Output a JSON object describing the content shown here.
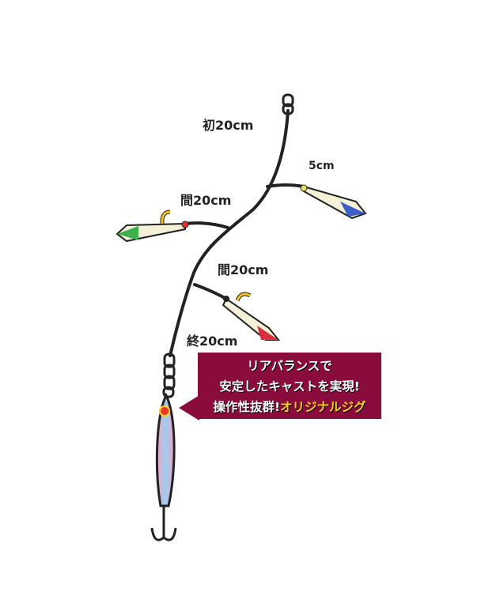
{
  "labels": {
    "first": "初20cm",
    "dropper": "5cm",
    "between1": "間20cm",
    "between2": "間20cm",
    "last": "終20cm"
  },
  "callout": {
    "line1": "リアバランスで",
    "line2": "安定したキャストを実現!",
    "line3_prefix": "操作性抜群!",
    "line3_highlight": "オリジナルジグ"
  },
  "colors": {
    "callout_bg": "#8a0c3c",
    "highlight": "#ffd21a"
  }
}
